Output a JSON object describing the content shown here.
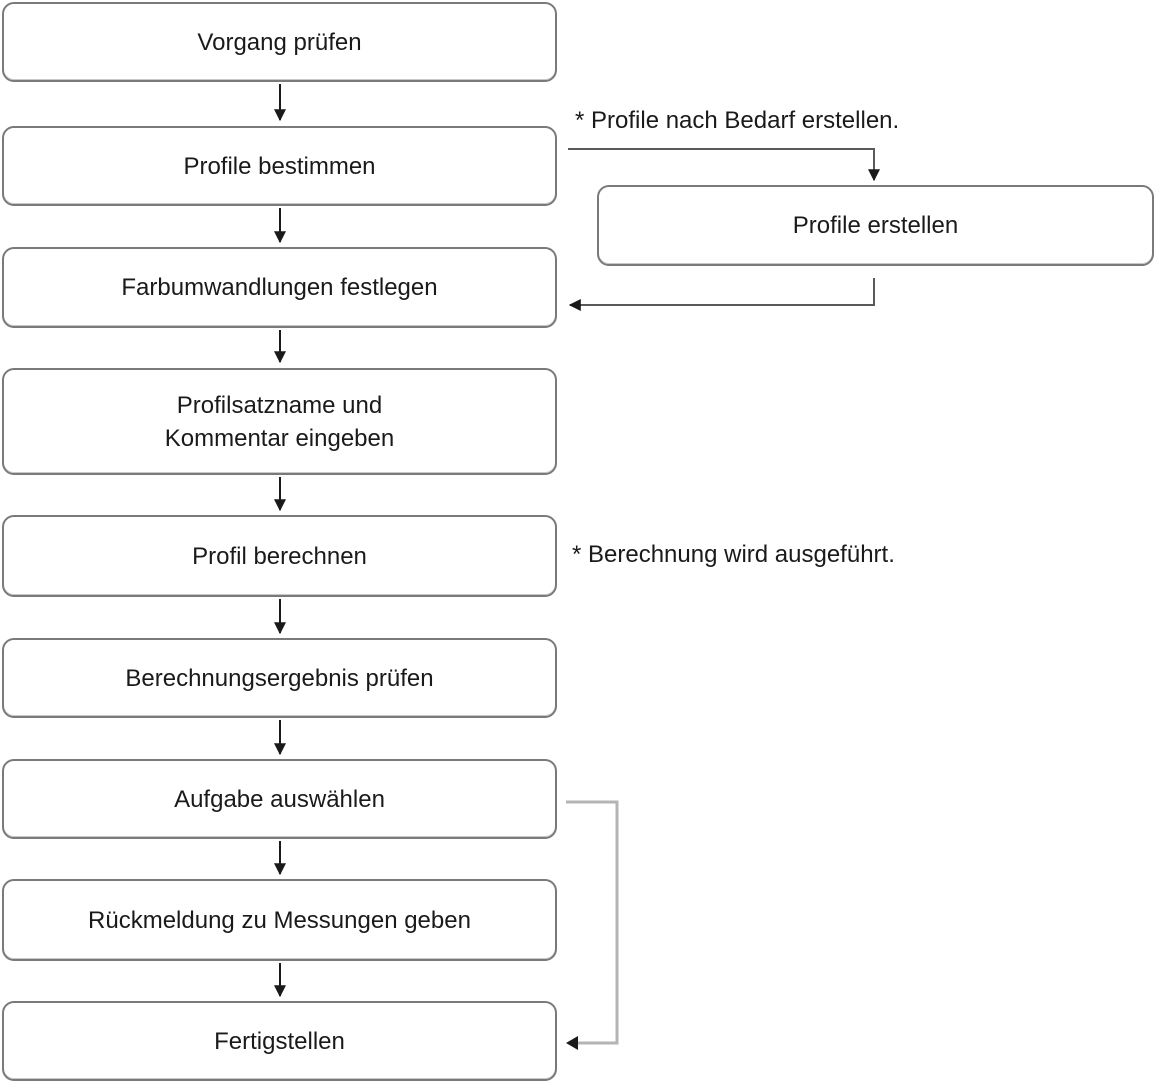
{
  "steps": [
    {
      "label": "Vorgang prüfen"
    },
    {
      "label": "Profile bestimmen"
    },
    {
      "label": "Farbumwandlungen festlegen"
    },
    {
      "label": "Profilsatzname und\nKommentar eingeben"
    },
    {
      "label": "Profil berechnen"
    },
    {
      "label": "Berechnungsergebnis prüfen"
    },
    {
      "label": "Aufgabe auswählen"
    },
    {
      "label": "Rückmeldung zu Messungen geben"
    },
    {
      "label": "Fertigstellen"
    }
  ],
  "side_step": {
    "label": "Profile erstellen"
  },
  "notes": {
    "create_profiles": "* Profile nach Bedarf erstellen.",
    "calculation": "* Berechnung wird ausgeführt."
  },
  "colors": {
    "box_border": "#7a7a7a",
    "arrow": "#1a1a1a",
    "bypass_line": "#b4b4b4"
  }
}
